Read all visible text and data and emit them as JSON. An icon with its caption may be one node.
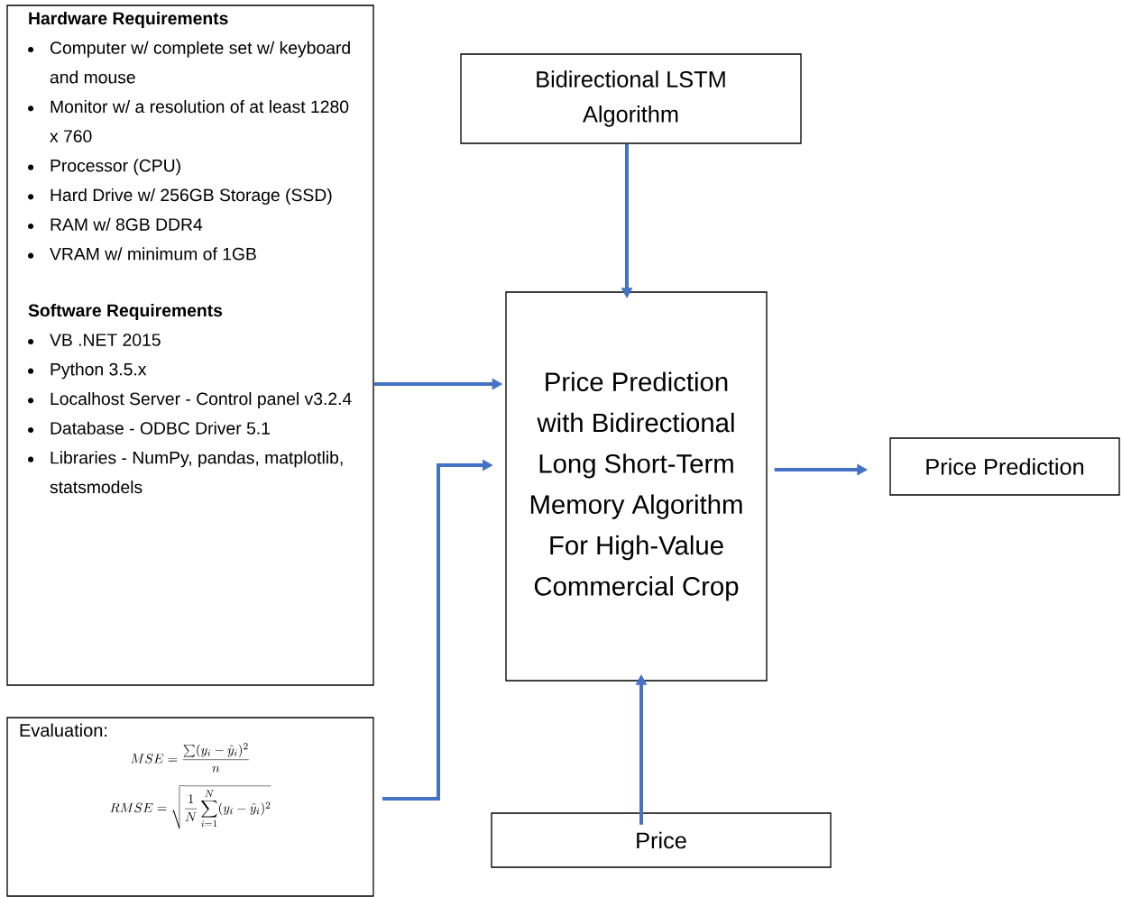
{
  "diagram": {
    "nodes": [
      {
        "text": [
          "Hardware Requirements",
          "Computer w/ complete set w/ keyboard and mouse",
          "Monitor w/ a resolution of at least 1280 x 760",
          "Processor (CPU)",
          "Hard Drive w/ 256GB Storage (SSD)",
          "RAM w/ 8GB DDR4",
          "VRAM w/ minimum of 1GB",
          "Software Requirements",
          "VB .NET 2015",
          "Python 3.5.x",
          "Localhost Server - Control panel v3.2.4",
          "Database - ODBC Driver 5.1",
          "Libraries - NumPy, pandas, matplotlib, statsmodels"
        ]
      },
      {
        "text": [
          "Evaluation:",
          "MSE = \\frac{\\sum(y_i-\\hat{y}_i)^2}{n}",
          "RMSE = \\sqrt{\\frac{1}{N}\\sum_{i=1}^{N}(y_i-\\hat{y}_i)^2}"
        ]
      },
      {
        "text": [
          "Bidirectional LSTM Algorithm"
        ]
      },
      {
        "text": [
          "Price Prediction with Bidirectional Long Short-Term Memory Algorithm For High-Value Commercial Crop"
        ]
      },
      {
        "text": [
          "Price Prediction"
        ]
      },
      {
        "text": [
          "Price"
        ]
      }
    ],
    "edges": [
      {
        "from": 2,
        "to": 3,
        "arrow": "to"
      },
      {
        "from": 0,
        "to": 3,
        "arrow": "to"
      },
      {
        "from": 1,
        "to": 3,
        "arrow": "to"
      },
      {
        "from": 3,
        "to": 4,
        "arrow": "to"
      },
      {
        "from": 5,
        "to": 3,
        "arrow": "to"
      }
    ]
  }
}
